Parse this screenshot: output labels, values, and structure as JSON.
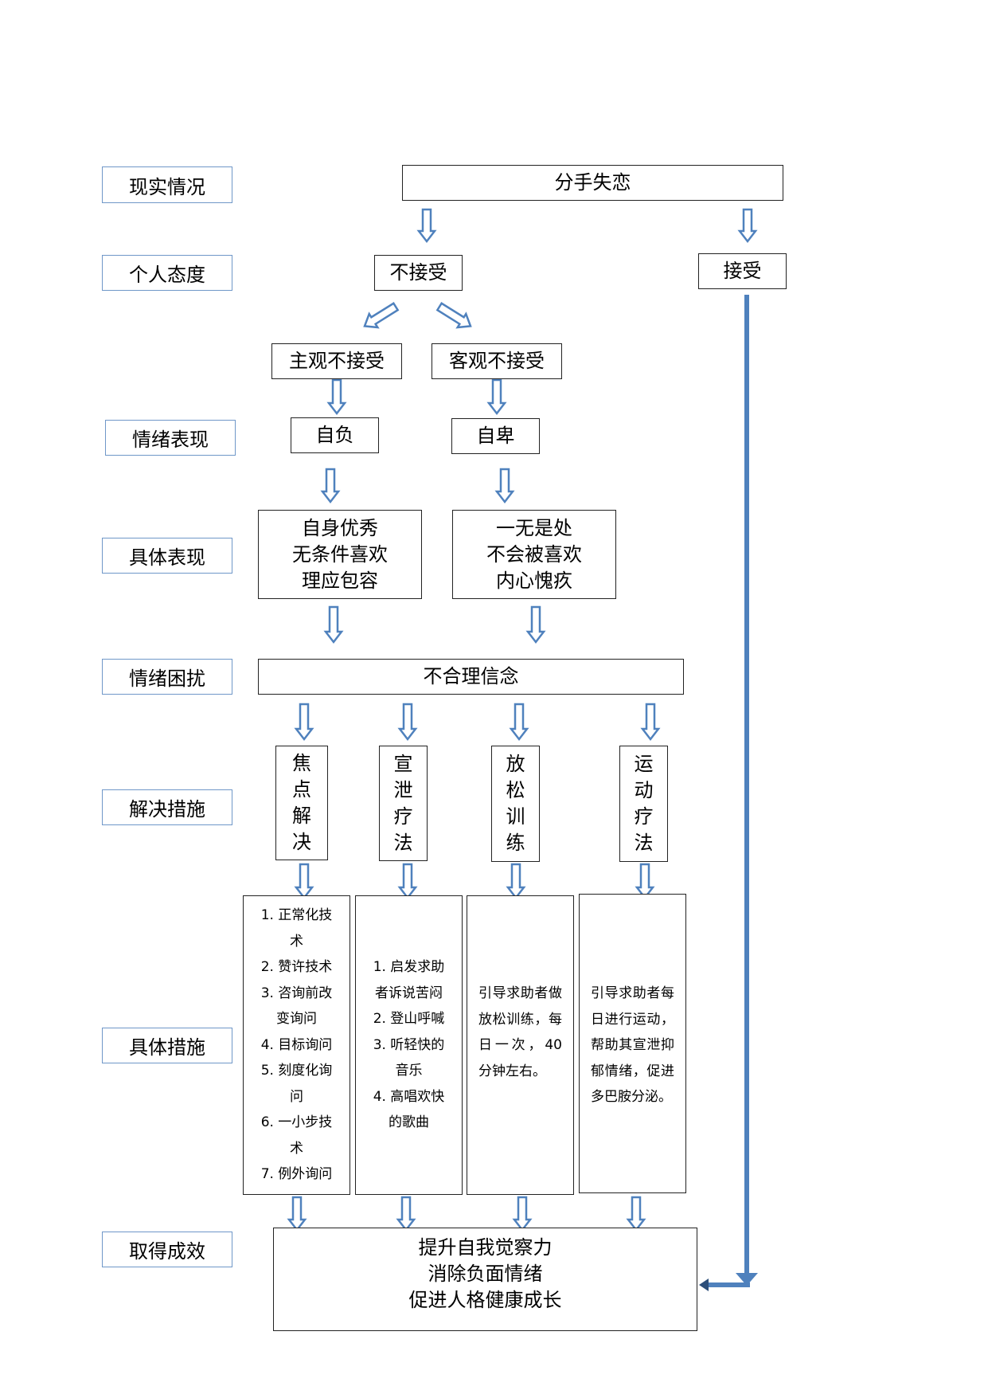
{
  "row_labels": [
    "现实情况",
    "个人态度",
    "情绪表现",
    "具体表现",
    "情绪困扰",
    "解决措施",
    "具体措施",
    "取得成效"
  ],
  "nodes": {
    "breakup": "分手失恋",
    "not_accept": "不接受",
    "accept": "接受",
    "subjective": "主观不接受",
    "objective": "客观不接受",
    "conceit": "自负",
    "inferiority": "自卑",
    "conceit_detail": [
      "自身优秀",
      "无条件喜欢",
      "理应包容"
    ],
    "inferiority_detail": [
      "一无是处",
      "不会被喜欢",
      "内心愧疚"
    ],
    "irrational": "不合理信念"
  },
  "methods": [
    {
      "name": [
        "焦",
        "点",
        "解",
        "决"
      ],
      "steps": [
        "1. 正常化技",
        "术",
        "2. 赞许技术",
        "3. 咨询前改",
        "变询问",
        "4. 目标询问",
        "5. 刻度化询",
        "问",
        "6. 一小步技",
        "术",
        "7. 例外询问"
      ]
    },
    {
      "name": [
        "宣",
        "泄",
        "疗",
        "法"
      ],
      "steps": [
        "1. 启发求助",
        "者诉说苦闷",
        "2. 登山呼喊",
        "3. 听轻快的",
        "音乐",
        "4. 高唱欢快",
        "的歌曲"
      ]
    },
    {
      "name": [
        "放",
        "松",
        "训",
        "练"
      ],
      "text": "引导求助者做放松训练，每日一次，40分钟左右。"
    },
    {
      "name": [
        "运",
        "动",
        "疗",
        "法"
      ],
      "text": "引导求助者每日进行运动，帮助其宣泄抑郁情绪，促进多巴胺分泌。"
    }
  ],
  "result": [
    "提升自我觉察力",
    "消除负面情绪",
    "促进人格健康成长"
  ],
  "colors": {
    "arrow_fill": "#ffffff",
    "arrow_stroke": "#4f81bd",
    "line": "#4f81bd",
    "label_border": "#6f97c8"
  }
}
